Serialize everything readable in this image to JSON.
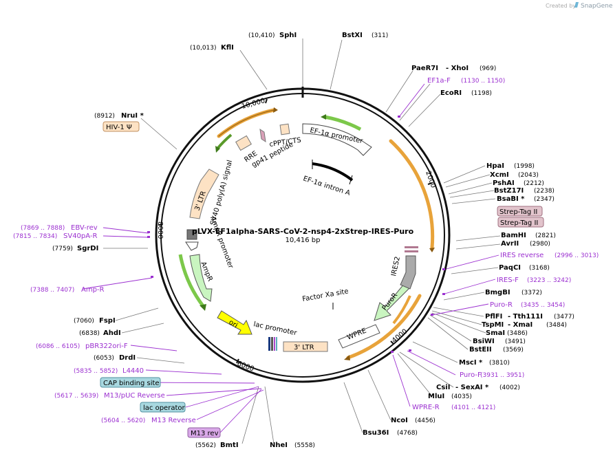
{
  "watermark": {
    "text": "Created by",
    "brand": "SnapGene"
  },
  "plasmid": {
    "name": "pLVX-EF1alpha-SARS-CoV-2-nsp4-2xStrep-IRES-Puro",
    "size": "10,416 bp"
  },
  "ticks": [
    {
      "label": "10,000"
    },
    {
      "label": "2000"
    },
    {
      "label": "4000"
    },
    {
      "label": "6000"
    },
    {
      "label": "8000"
    }
  ],
  "features": [
    {
      "name": "EF-1α promoter",
      "color": "#ffffff"
    },
    {
      "name": "EF-1α intron A",
      "color": "#000000"
    },
    {
      "name": "cPPT/CTS",
      "color": "#fde2c4"
    },
    {
      "name": "RRE",
      "color": "#fde2c4"
    },
    {
      "name": "gp41 peptide",
      "color": "#d9a0b8"
    },
    {
      "name": "3' LTR",
      "color": "#fde2c4"
    },
    {
      "name": "SV40 poly(A) signal",
      "color": "#ffffff"
    },
    {
      "name": "AmpR promoter",
      "color": "#ffffff"
    },
    {
      "name": "AmpR",
      "color": "#c9f5c0"
    },
    {
      "name": "ori",
      "color": "#ffff00"
    },
    {
      "name": "lac promoter",
      "color": "#ffffff"
    },
    {
      "name": "3' LTR",
      "color": "#fde2c4"
    },
    {
      "name": "WPRE",
      "color": "#ffffff"
    },
    {
      "name": "PuroR",
      "color": "#c9f5c0"
    },
    {
      "name": "IRES2",
      "color": "#aaaaaa"
    },
    {
      "name": "Factor Xa site",
      "color": "#000000"
    }
  ],
  "sites": [
    {
      "name": "SphI",
      "pos": "(10,410)"
    },
    {
      "name": "BstXI",
      "pos": "(311)"
    },
    {
      "name": "KflI",
      "pos": "(10,013)"
    },
    {
      "name": "PaeR7I",
      "pos": ""
    },
    {
      "name": "- XhoI",
      "pos": "(969)"
    },
    {
      "name": "EcoRI",
      "pos": "(1198)"
    },
    {
      "name": "NruI *",
      "pos": "(8912)"
    },
    {
      "name": "HpaI",
      "pos": "(1998)"
    },
    {
      "name": "XcmI",
      "pos": "(2043)"
    },
    {
      "name": "PshAI",
      "pos": "(2212)"
    },
    {
      "name": "BstZ17I",
      "pos": "(2238)"
    },
    {
      "name": "BsaBI *",
      "pos": "(2347)"
    },
    {
      "name": "BamHI",
      "pos": "(2821)"
    },
    {
      "name": "AvrII",
      "pos": "(2980)"
    },
    {
      "name": "SgrDI",
      "pos": "(7759)"
    },
    {
      "name": "PaqCI",
      "pos": "(3168)"
    },
    {
      "name": "BmgBI",
      "pos": "(3372)"
    },
    {
      "name": "FspI",
      "pos": "(7060)"
    },
    {
      "name": "PflFI",
      "pos": ""
    },
    {
      "name": "- Tth111I",
      "pos": "(3477)"
    },
    {
      "name": "TspMI",
      "pos": ""
    },
    {
      "name": "- XmaI",
      "pos": "(3484)"
    },
    {
      "name": "SmaI",
      "pos": "(3486)"
    },
    {
      "name": "AhdI",
      "pos": "(6838)"
    },
    {
      "name": "BsiWI",
      "pos": "(3491)"
    },
    {
      "name": "BstEII",
      "pos": "(3569)"
    },
    {
      "name": "DrdI",
      "pos": "(6053)"
    },
    {
      "name": "MscI *",
      "pos": "(3810)"
    },
    {
      "name": "CsiI",
      "pos": ""
    },
    {
      "name": "- SexAI *",
      "pos": "(4002)"
    },
    {
      "name": "MluI",
      "pos": "(4035)"
    },
    {
      "name": "NcoI",
      "pos": "(4456)"
    },
    {
      "name": "Bsu36I",
      "pos": "(4768)"
    },
    {
      "name": "BmtI",
      "pos": "(5562)"
    },
    {
      "name": "NheI",
      "pos": "(5558)"
    }
  ],
  "primers": [
    {
      "name": "EF1a-F",
      "pos": "(1130 .. 1150)"
    },
    {
      "name": "EBV-rev",
      "pos": "(7869 .. 7888)"
    },
    {
      "name": "SV40pA-R",
      "pos": "(7815 .. 7834)"
    },
    {
      "name": "IRES reverse",
      "pos": "(2996 .. 3013)"
    },
    {
      "name": "IRES-F",
      "pos": "(3223 .. 3242)"
    },
    {
      "name": "Amp-R",
      "pos": "(7388 .. 7407)"
    },
    {
      "name": "Puro-R",
      "pos": "(3435 .. 3454)"
    },
    {
      "name": "pBR322ori-F",
      "pos": "(6086 .. 6105)"
    },
    {
      "name": "L4440",
      "pos": "(5835 .. 5852)"
    },
    {
      "name": "M13/pUC Reverse",
      "pos": "(5617 .. 5639)"
    },
    {
      "name": "Puro-F",
      "pos": "(3931 .. 3951)"
    },
    {
      "name": "M13 Reverse",
      "pos": "(5604 .. 5620)"
    },
    {
      "name": "WPRE-R",
      "pos": "(4101 .. 4121)"
    }
  ],
  "boxed_labels": [
    {
      "name": "HIV-1 Ψ",
      "color": "#fde2c4"
    },
    {
      "name": "Strep-Tag II",
      "color": "#e2c4cc"
    },
    {
      "name": "Strep-Tag II",
      "color": "#e2c4cc"
    },
    {
      "name": "CAP binding site",
      "color": "#a8d8e0"
    },
    {
      "name": "lac operator",
      "color": "#a8d8e0"
    },
    {
      "name": "M13 rev",
      "color": "#d9a8e8"
    }
  ]
}
